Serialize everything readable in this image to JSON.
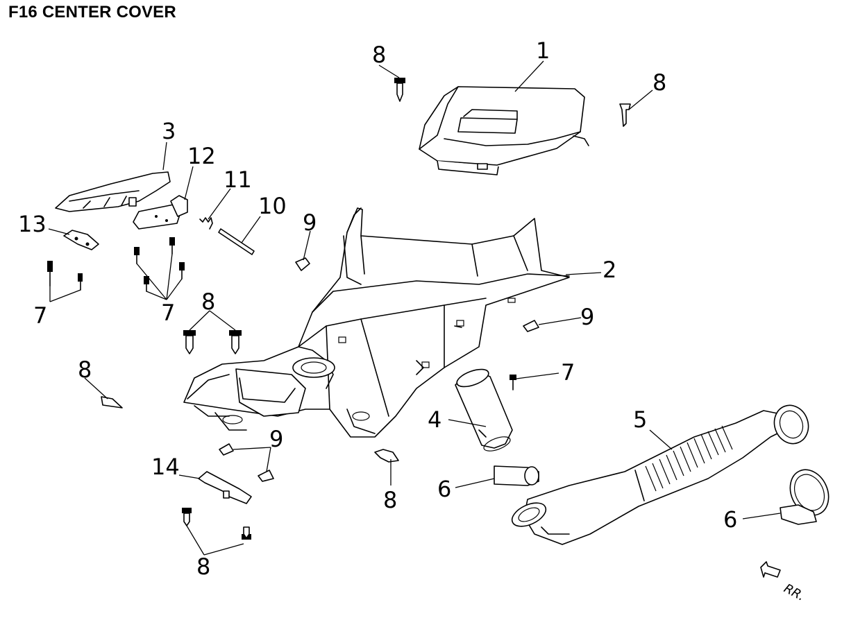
{
  "title": "F16 CENTER COVER",
  "direction_label": "RR.",
  "callouts": [
    {
      "id": "c1",
      "text": "1"
    },
    {
      "id": "c2",
      "text": "2"
    },
    {
      "id": "c3",
      "text": "3"
    },
    {
      "id": "c4",
      "text": "4"
    },
    {
      "id": "c5",
      "text": "5"
    },
    {
      "id": "c6a",
      "text": "6"
    },
    {
      "id": "c6b",
      "text": "6"
    },
    {
      "id": "c7a",
      "text": "7"
    },
    {
      "id": "c7b",
      "text": "7"
    },
    {
      "id": "c7c",
      "text": "7"
    },
    {
      "id": "c8a",
      "text": "8"
    },
    {
      "id": "c8b",
      "text": "8"
    },
    {
      "id": "c8c",
      "text": "8"
    },
    {
      "id": "c8d",
      "text": "8"
    },
    {
      "id": "c8e",
      "text": "8"
    },
    {
      "id": "c8f",
      "text": "8"
    },
    {
      "id": "c9a",
      "text": "9"
    },
    {
      "id": "c9b",
      "text": "9"
    },
    {
      "id": "c9c",
      "text": "9"
    },
    {
      "id": "c10",
      "text": "10"
    },
    {
      "id": "c11",
      "text": "11"
    },
    {
      "id": "c12",
      "text": "12"
    },
    {
      "id": "c13",
      "text": "13"
    },
    {
      "id": "c14",
      "text": "14"
    }
  ]
}
